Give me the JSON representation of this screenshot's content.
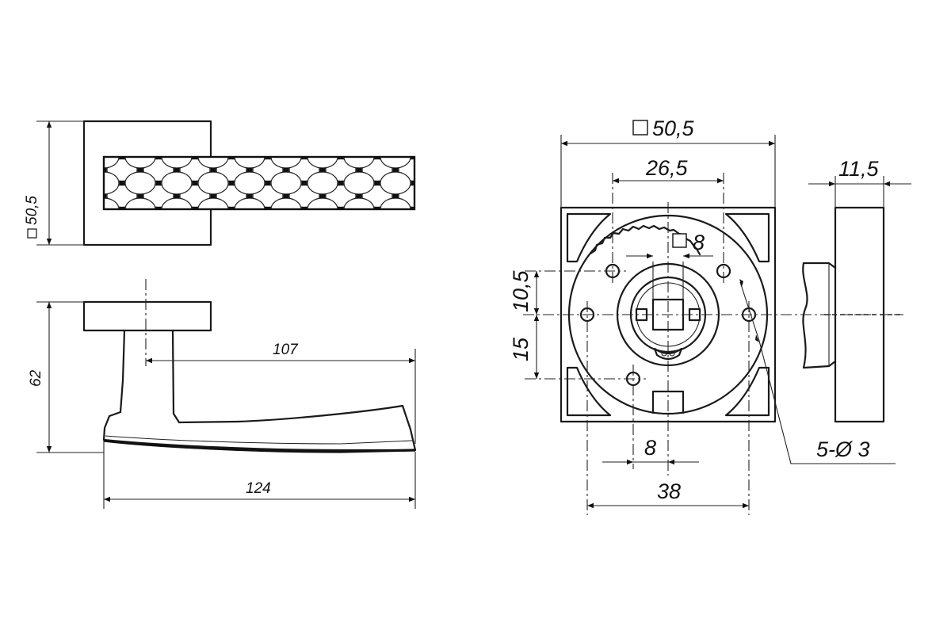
{
  "dimensions": {
    "rose_side": "50,5",
    "lever_height": "62",
    "lever_reach": "107",
    "lever_length": "124",
    "rose_front": "50,5",
    "hole_spacing_top": "26,5",
    "spindle_square": "8",
    "rose_thickness": "11,5",
    "vert_offset_1": "10,5",
    "vert_offset_2": "15",
    "slot_width": "8",
    "hole_spacing_bottom": "38",
    "holes": "5-Ø 3"
  }
}
